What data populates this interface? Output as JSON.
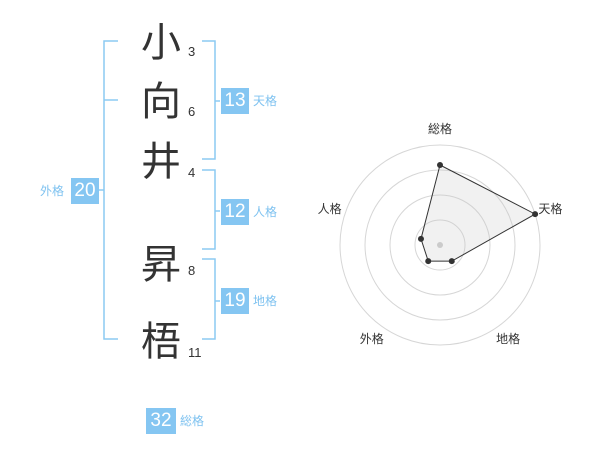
{
  "name_chars": [
    {
      "char": "小",
      "strokes": "3"
    },
    {
      "char": "向",
      "strokes": "6"
    },
    {
      "char": "井",
      "strokes": "4"
    },
    {
      "char": "昇",
      "strokes": "8"
    },
    {
      "char": "梧",
      "strokes": "11"
    }
  ],
  "fortunes": {
    "tenkaku": {
      "value": "13",
      "label": "天格"
    },
    "jinkaku": {
      "value": "12",
      "label": "人格"
    },
    "chikaku": {
      "value": "19",
      "label": "地格"
    },
    "gaikaku": {
      "value": "20",
      "label": "外格"
    },
    "soukaku": {
      "value": "32",
      "label": "総格"
    }
  },
  "colors": {
    "accent": "#85c6f2",
    "bracket": "#8ccaf2",
    "text": "#333333"
  },
  "chart_data": {
    "type": "radar",
    "axes": [
      "総格",
      "天格",
      "地格",
      "外格",
      "人格"
    ],
    "values": [
      4,
      5,
      1,
      1,
      1
    ],
    "range": [
      0,
      5
    ],
    "rings": 4,
    "grid": true
  }
}
